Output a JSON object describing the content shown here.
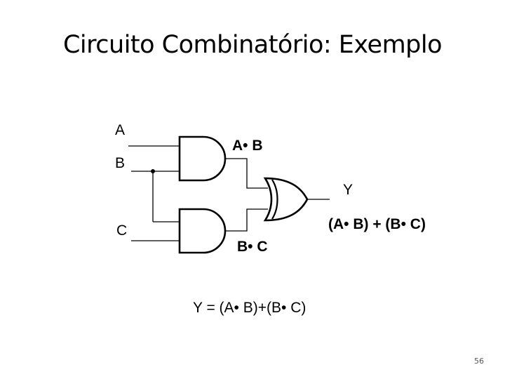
{
  "slide": {
    "title": "Circuito Combinatório: Exemplo",
    "page_number": "56"
  },
  "diagram": {
    "inputs": [
      "A",
      "B",
      "C"
    ],
    "gate_outputs": {
      "and_top": "A• B",
      "and_bottom": "B• C",
      "or_output": "Y",
      "or_expression": "(A• B) + (B• C)"
    },
    "equation": "Y = (A• B)+(B• C)"
  }
}
